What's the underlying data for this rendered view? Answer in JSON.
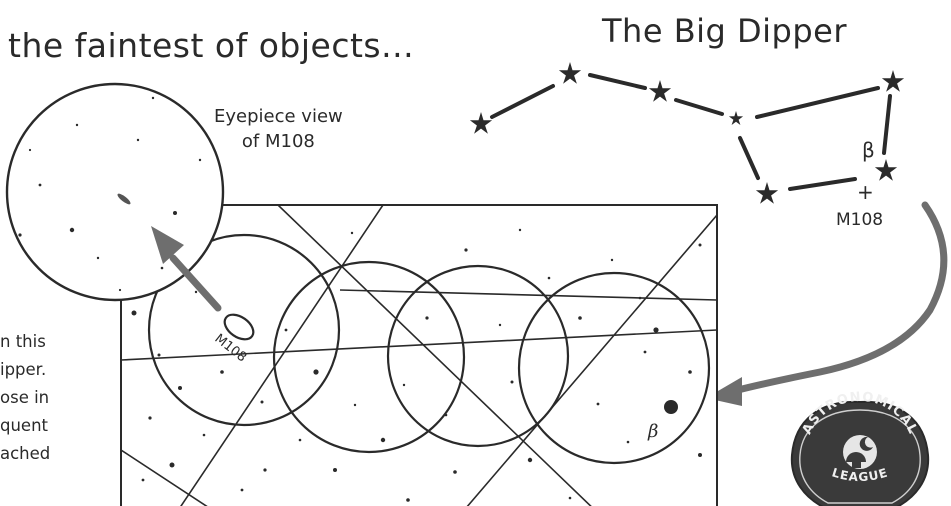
{
  "heading": "the faintest of objects...",
  "dipper": {
    "title": "The Big Dipper",
    "beta_label": "β",
    "plus_label": "+",
    "target_label": "M108"
  },
  "eyepiece": {
    "label_line1": "Eyepiece view",
    "label_line2": "of M108"
  },
  "chart": {
    "target_label": "M108",
    "beta_label": "β"
  },
  "side_text": [
    "n this",
    "ipper.",
    "ose in",
    "",
    "quent",
    "ached"
  ],
  "badge": {
    "text_top": "ASTRONOMICAL",
    "text_bottom": "LEAGUE"
  },
  "colors": {
    "ink": "#2a2a2a",
    "arrow": "#6e6e6e",
    "badge_fill": "#3a3a3a"
  }
}
